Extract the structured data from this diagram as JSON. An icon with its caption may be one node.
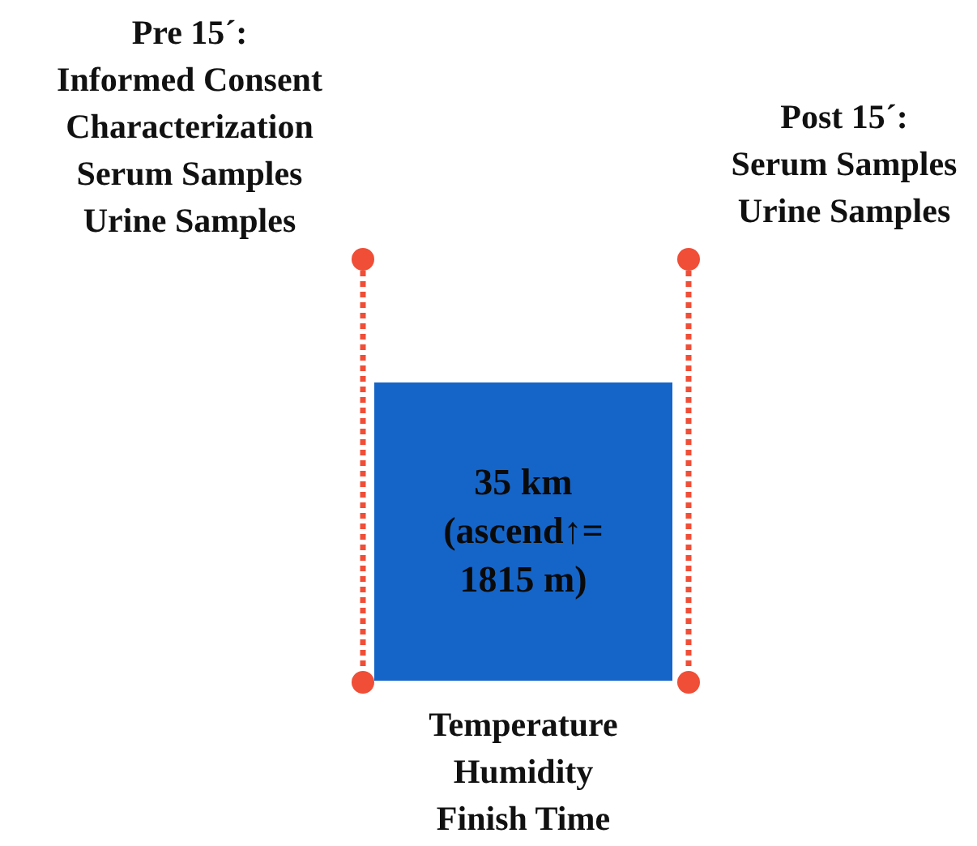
{
  "diagram": {
    "nodes": [
      {
        "text": [
          "35 km (ascend↑= 1815 m)"
        ]
      },
      {
        "text": [],
        "shape": "circle"
      },
      {
        "text": [],
        "shape": "circle"
      },
      {
        "text": [],
        "shape": "circle"
      },
      {
        "text": [],
        "shape": "circle"
      }
    ],
    "edges": [
      {
        "from": 1,
        "to": 3,
        "arrow": "none",
        "style": "dashed"
      },
      {
        "from": 2,
        "to": 4,
        "arrow": "none",
        "style": "dashed"
      }
    ],
    "labels": [
      "Pre 15´:",
      "Informed Consent",
      "Characterization",
      "Serum Samples",
      "Urine Samples",
      "Post 15´:",
      "Serum Samples",
      "Urine Samples",
      "Temperature",
      "Humidity",
      "Finish Time"
    ]
  }
}
